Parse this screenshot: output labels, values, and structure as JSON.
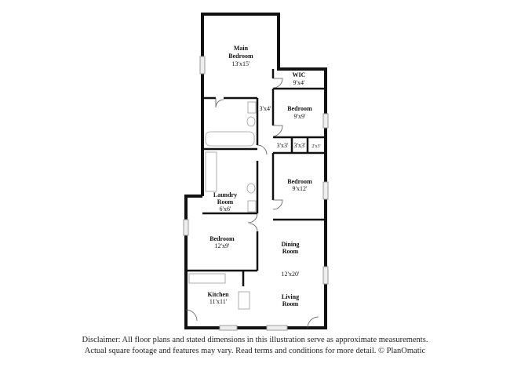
{
  "rooms": {
    "main_bedroom": {
      "name_line1": "Main",
      "name_line2": "Bedroom",
      "dims": "13'x15'"
    },
    "wic": {
      "name": "WIC",
      "dims": "9'x4'"
    },
    "hall_closet": {
      "dims": "3'x4'"
    },
    "bedroom_9x9": {
      "name": "Bedroom",
      "dims": "9'x9'"
    },
    "closet_a": {
      "dims": "3'x3'"
    },
    "closet_b": {
      "dims": "3'x3'"
    },
    "closet_c": {
      "dims": "2'x3'"
    },
    "bedroom_9x12": {
      "name": "Bedroom",
      "dims": "9'x12'"
    },
    "laundry": {
      "name_line1": "Laundry",
      "name_line2": "Room",
      "dims": "6'x6'"
    },
    "bedroom_12x9": {
      "name": "Bedroom",
      "dims": "12'x9'"
    },
    "dining": {
      "name_line1": "Dining",
      "name_line2": "Room"
    },
    "dining_living_dims": "12'x20'",
    "living": {
      "name_line1": "Living",
      "name_line2": "Room"
    },
    "kitchen": {
      "name": "Kitchen",
      "dims": "11'x11'"
    }
  },
  "disclaimer": {
    "line1": "Disclaimer: All floor plans and stated dimensions in this illustration serve as approximate measurements.",
    "line2": "Actual square footage and features may vary. Read terms and conditions for more detail. © PlanOmatic"
  }
}
